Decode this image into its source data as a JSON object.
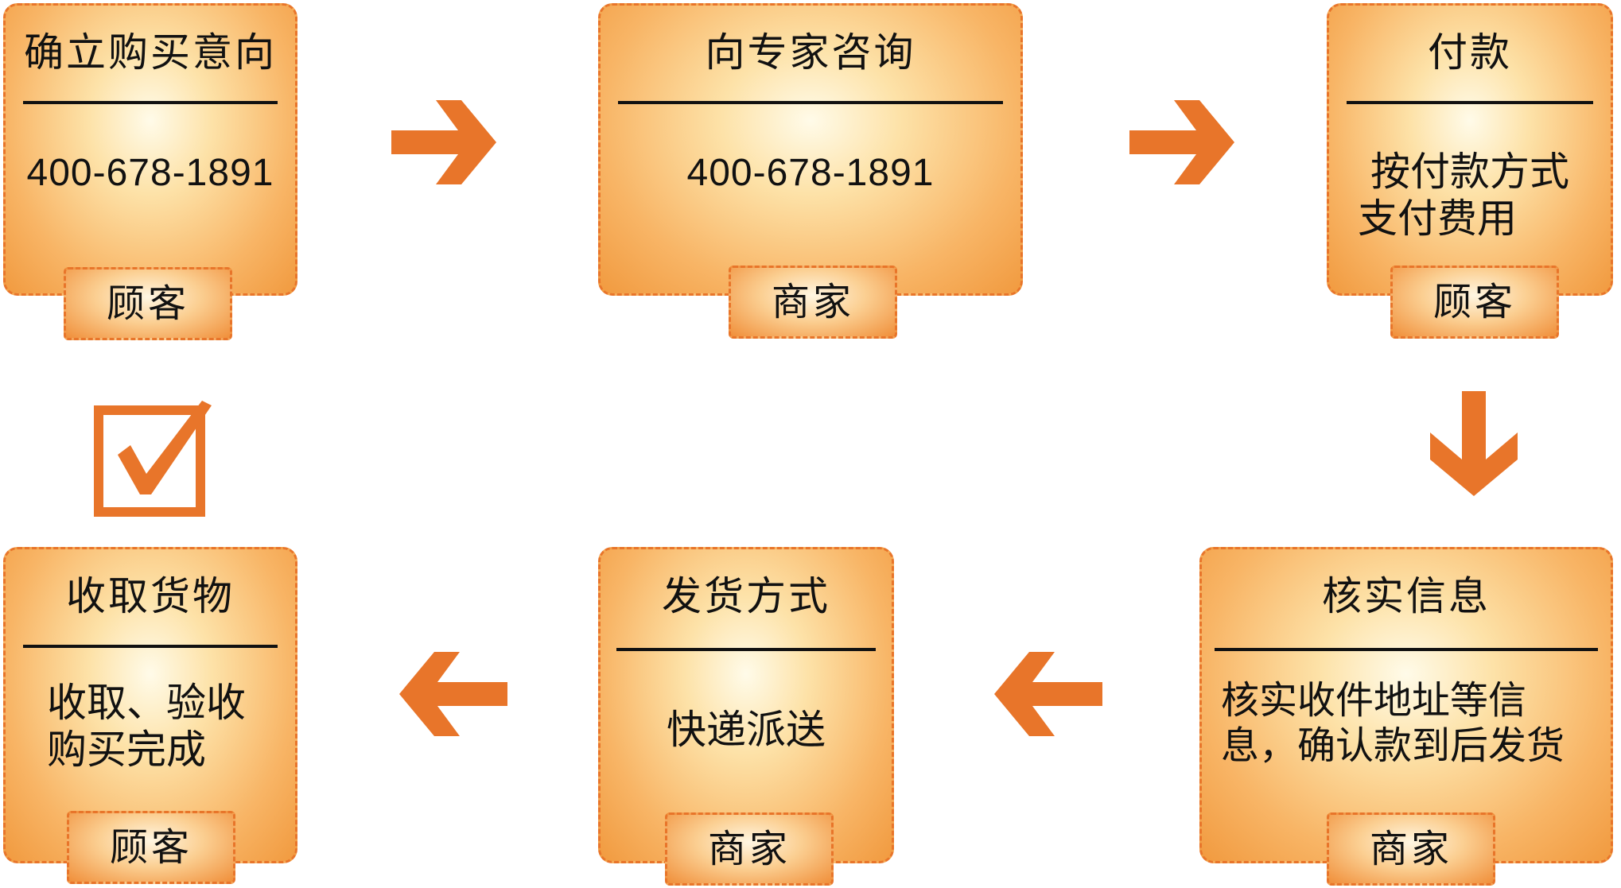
{
  "steps": [
    {
      "title": "确立购买意向",
      "body": [
        "400-678-1891"
      ],
      "role": "顾客"
    },
    {
      "title": "向专家咨询",
      "body": [
        "400-678-1891"
      ],
      "role": "商家"
    },
    {
      "title": "付款",
      "body": [
        "按付款方式",
        "支付费用"
      ],
      "role": "顾客"
    },
    {
      "title": "核实信息",
      "body": [
        "核实收件地址等信",
        "息，确认款到后发货"
      ],
      "role": "商家"
    },
    {
      "title": "发货方式",
      "body": [
        "快递派送"
      ],
      "role": "商家"
    },
    {
      "title": "收取货物",
      "body": [
        "收取、验收",
        "购买完成"
      ],
      "role": "顾客"
    }
  ],
  "colors": {
    "accent": "#e8752a",
    "card_center": "#fffbe9",
    "card_edge": "#f19a3f",
    "text": "#111111"
  },
  "icons": [
    "arrow-right-icon",
    "arrow-down-icon",
    "arrow-left-icon",
    "checkbox-checked-icon"
  ]
}
